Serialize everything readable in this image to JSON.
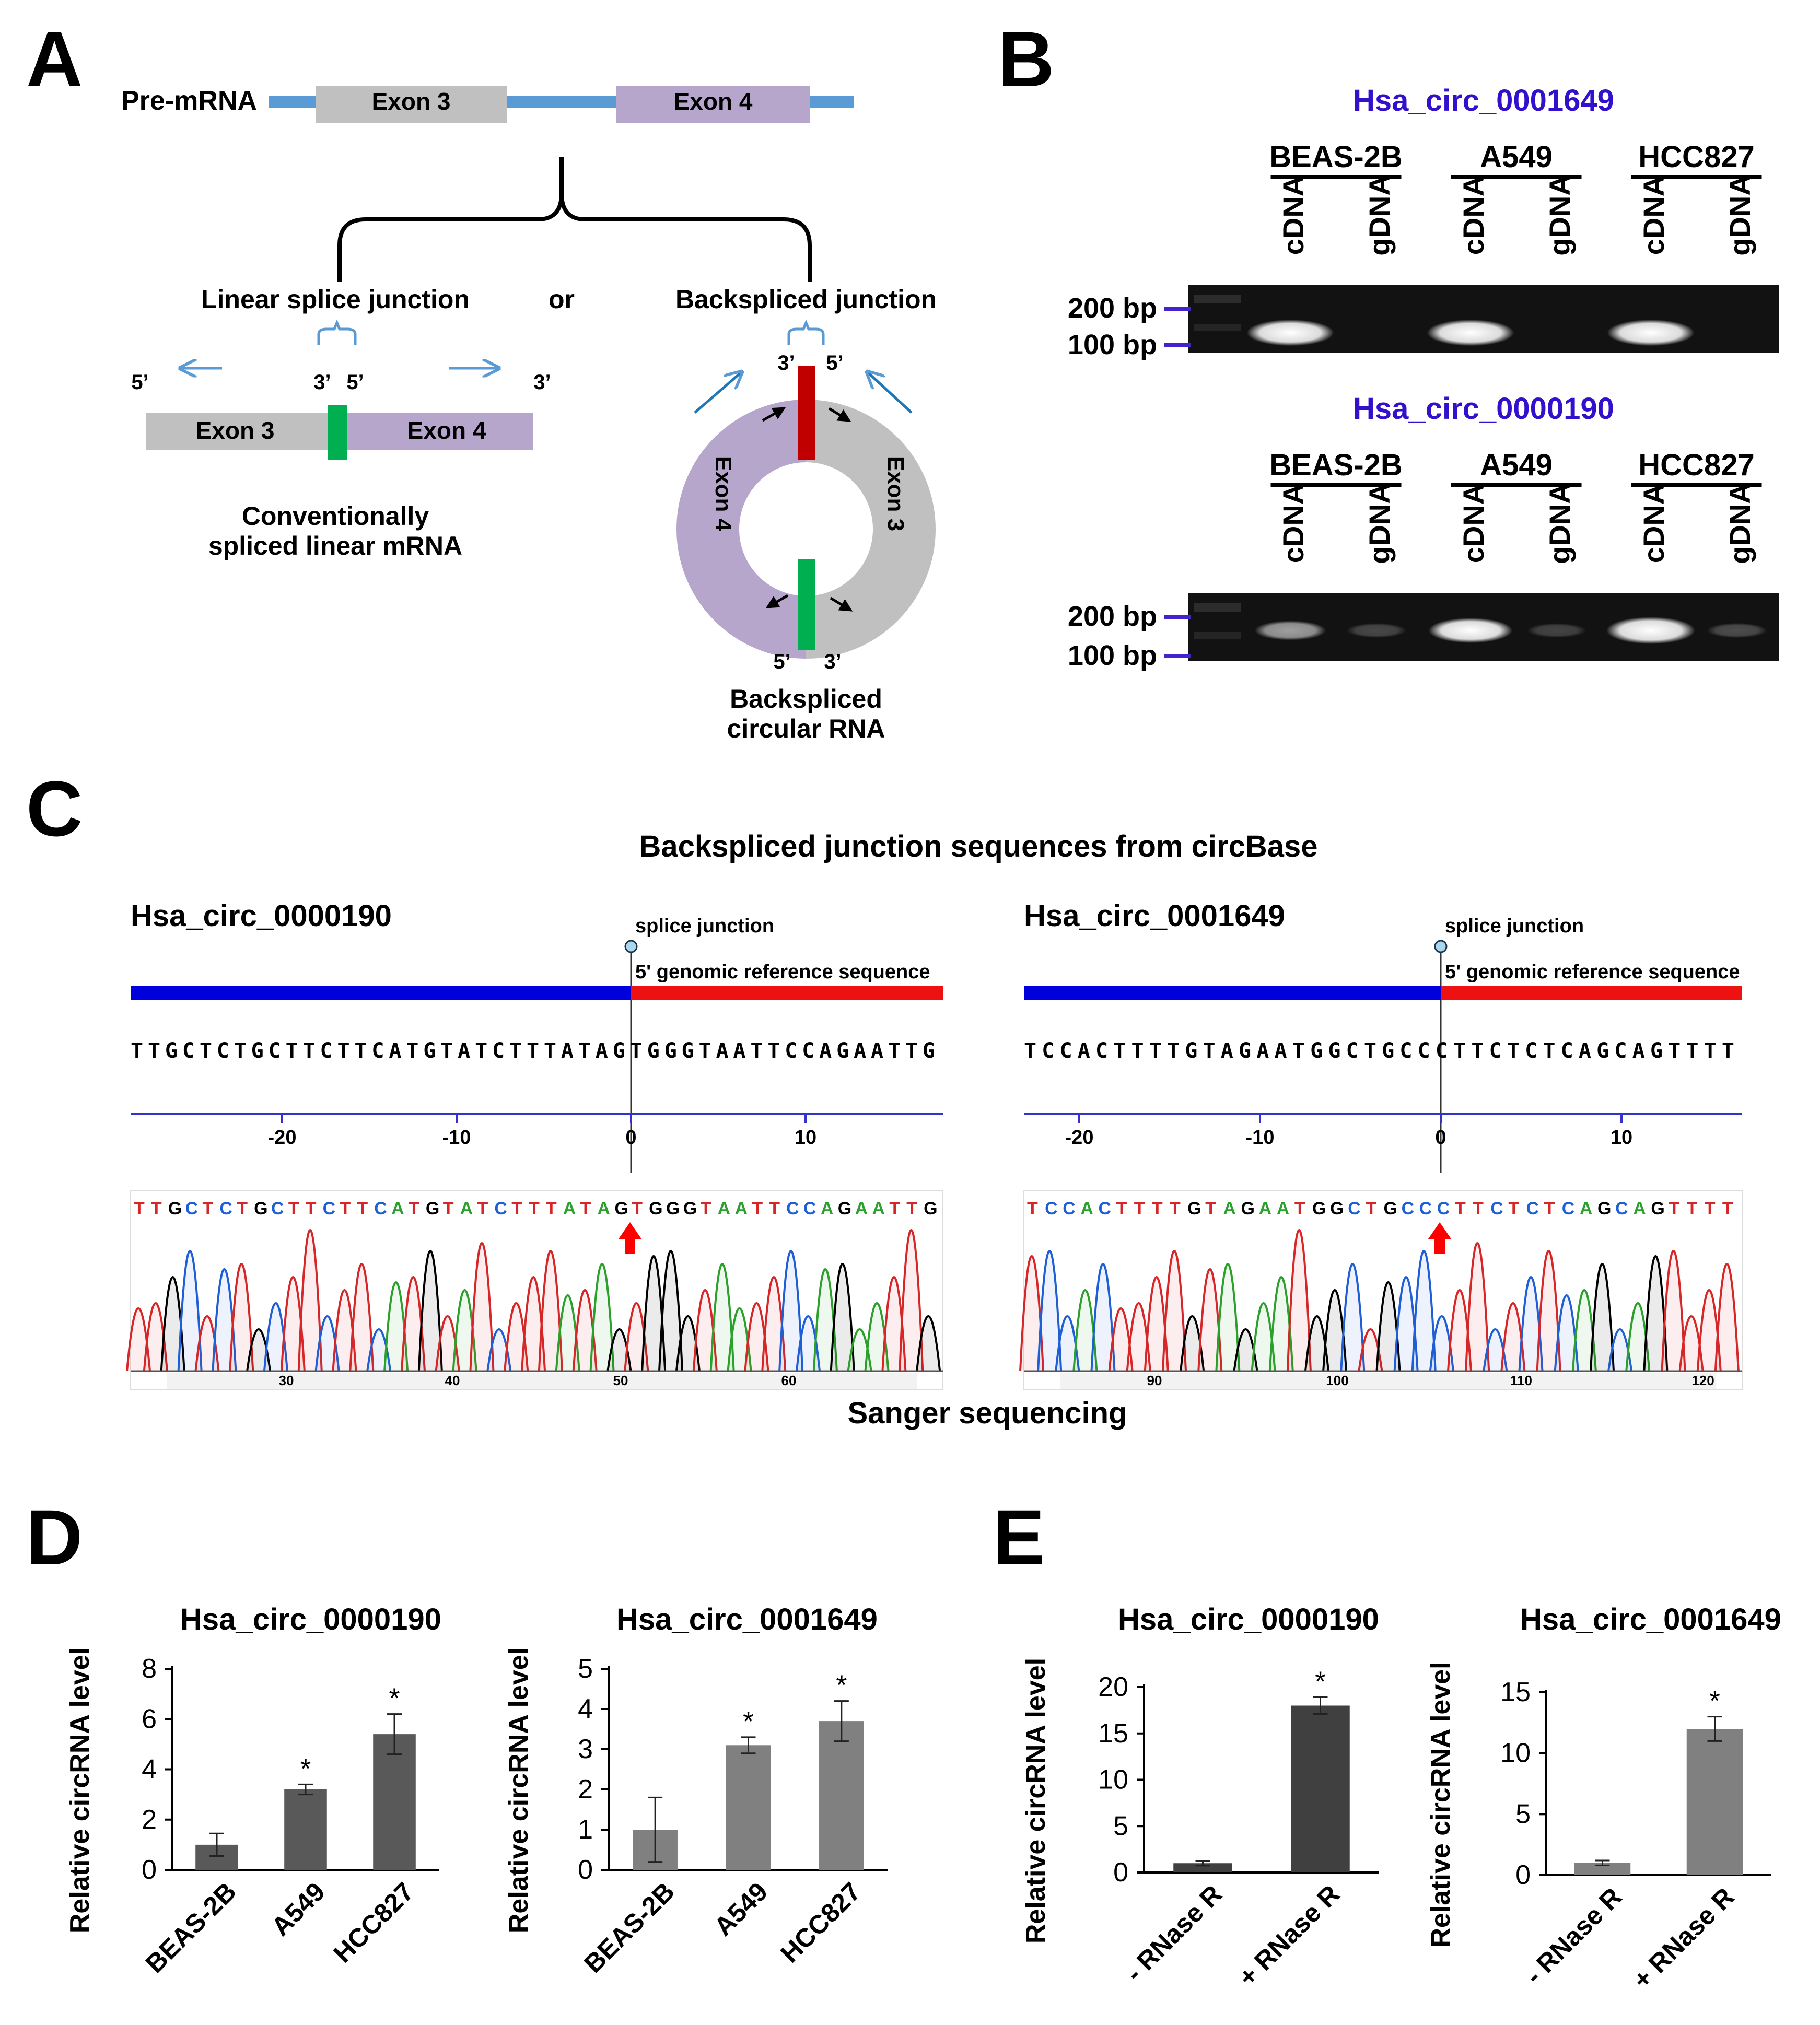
{
  "panels": {
    "A": {
      "letter": "A",
      "premrna_label": "Pre-mRNA",
      "exon3": "Exon 3",
      "exon4": "Exon 4",
      "or": "or",
      "linear_title": "Linear splice junction",
      "backspliced_title": "Backspliced junction",
      "end5": "5’",
      "end3": "3’",
      "linear_caption_1": "Conventionally",
      "linear_caption_2": "spliced linear mRNA",
      "circ_caption_1": "Backspliced",
      "circ_caption_2": "circular RNA",
      "colors": {
        "exon3": "#c0c0c0",
        "exon4": "#b6a6cc",
        "line": "#5b9bd5",
        "junction_green": "#00b050",
        "junction_red": "#c00000"
      }
    },
    "B": {
      "letter": "B",
      "gels": [
        {
          "title": "Hsa_circ_0001649",
          "cell_lines": [
            "BEAS-2B",
            "A549",
            "HCC827"
          ],
          "lanes": [
            "cDNA",
            "gDNA",
            "cDNA",
            "gDNA",
            "cDNA",
            "gDNA"
          ],
          "ladder": [
            "200 bp",
            "100 bp"
          ],
          "band_intensity": [
            0.95,
            0,
            0.95,
            0,
            0.95,
            0
          ]
        },
        {
          "title": "Hsa_circ_0000190",
          "cell_lines": [
            "BEAS-2B",
            "A549",
            "HCC827"
          ],
          "lanes": [
            "cDNA",
            "gDNA",
            "cDNA",
            "gDNA",
            "cDNA",
            "gDNA"
          ],
          "ladder": [
            "200 bp",
            "100 bp"
          ],
          "band_intensity": [
            0.45,
            0.08,
            0.85,
            0.06,
            1.0,
            0.1
          ]
        }
      ],
      "colors": {
        "title": "#3311cc",
        "ladder_tick": "#4422cc"
      }
    },
    "C": {
      "letter": "C",
      "title": "Backspliced junction sequences from circBase",
      "footer": "Sanger sequencing",
      "tracks": [
        {
          "name": "Hsa_circ_0000190",
          "junction_label": "splice junction",
          "ref_label": "5' genomic reference sequence",
          "sequence": "TTGCTCTGCTTCTTCATGTATCTTTATAGTGGGTAATTCCAGAATTG",
          "axis_ticks": [
            "-20",
            "-10",
            "0",
            "10"
          ],
          "read": "TTGCTCTGCTTCTTCATGTATCTTTATAGTGGGTAATTCCAGAATTG",
          "trace_ticks": [
            "30",
            "40",
            "50",
            "60"
          ]
        },
        {
          "name": "Hsa_circ_0001649",
          "junction_label": "splice junction",
          "ref_label": "5' genomic reference sequence",
          "sequence": "TCCACTTTTGTAGAATGGCTGCCCTTCTCTCAGCAGTTTT",
          "axis_ticks": [
            "-20",
            "-10",
            "0",
            "10"
          ],
          "read": "TCCACTTTTGTAGAATGGCTGCCCTTCTCTCAGCAGTTTT",
          "trace_ticks": [
            "90",
            "100",
            "110",
            "120"
          ]
        }
      ]
    },
    "D": {
      "letter": "D"
    },
    "E": {
      "letter": "E"
    }
  },
  "chart_data": [
    {
      "type": "bar",
      "title": "Hsa_circ_0000190",
      "ylabel": "Relative circRNA level",
      "categories": [
        "BEAS-2B",
        "A549",
        "HCC827"
      ],
      "values": [
        1.0,
        3.2,
        5.4
      ],
      "errors": [
        0.45,
        0.2,
        0.8
      ],
      "significance": [
        "",
        "*",
        "*"
      ],
      "ylim": [
        0,
        8
      ],
      "yticks": [
        "0",
        "2",
        "4",
        "6",
        "8"
      ],
      "color": "#595959"
    },
    {
      "type": "bar",
      "title": "Hsa_circ_0001649",
      "ylabel": "Relative circRNA level",
      "categories": [
        "BEAS-2B",
        "A549",
        "HCC827"
      ],
      "values": [
        1.0,
        3.1,
        3.7
      ],
      "errors": [
        0.8,
        0.2,
        0.5
      ],
      "significance": [
        "",
        "*",
        "*"
      ],
      "ylim": [
        0,
        5
      ],
      "yticks": [
        "0",
        "1",
        "2",
        "3",
        "4",
        "5"
      ],
      "color": "#808080"
    },
    {
      "type": "bar",
      "title": "Hsa_circ_0000190",
      "ylabel": "Relative circRNA level",
      "categories": [
        "- RNase R",
        "+ RNase R"
      ],
      "values": [
        1.0,
        18.0
      ],
      "errors": [
        0.25,
        0.9
      ],
      "significance": [
        "",
        "*"
      ],
      "ylim": [
        0,
        20
      ],
      "yticks": [
        "0",
        "5",
        "10",
        "15",
        "20"
      ],
      "color": "#404040"
    },
    {
      "type": "bar",
      "title": "Hsa_circ_0001649",
      "ylabel": "Relative circRNA level",
      "categories": [
        "- RNase R",
        "+ RNase R"
      ],
      "values": [
        1.0,
        12.0
      ],
      "errors": [
        0.2,
        1.0
      ],
      "significance": [
        "",
        "*"
      ],
      "ylim": [
        0,
        15
      ],
      "yticks": [
        "0",
        "5",
        "10",
        "15"
      ],
      "color": "#808080"
    }
  ]
}
